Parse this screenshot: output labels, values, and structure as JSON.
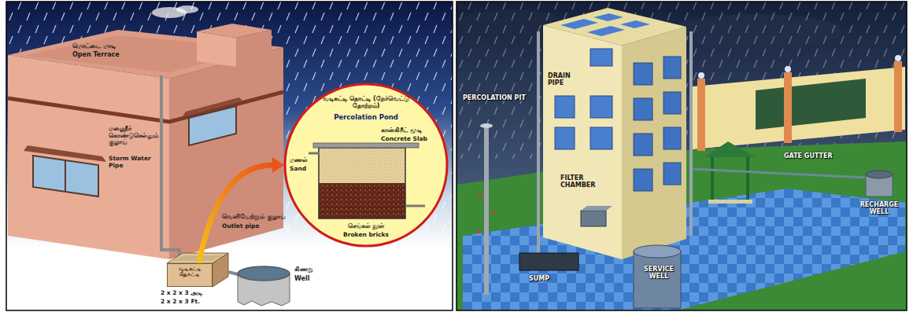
{
  "diagram": {
    "nodes": [
      {
        "text": [
          "வடிகட்டி தொட்டி (நேர்வெட்டு தோற்றம்)",
          "Percolation Pond",
          "கான்கிரீட் மூடி",
          "Concrete Slab",
          "மணல்",
          "Sand",
          "செங்கல் தூள்",
          "Broken bricks"
        ]
      },
      {
        "text": [
          "வடிகட்டி தொட்டி"
        ]
      }
    ],
    "edges": [
      {
        "from": 1,
        "to": 0,
        "arrow": "to"
      }
    ],
    "labels": [
      "மொட்டை மாடி",
      "Open Terrace",
      "மழைநீர் கொண்டுசெல்லும் குழாய்",
      "Storm Water Pipe",
      "வெளியேற்றும் குழாய்",
      "Outlet pipe",
      "கிணறு",
      "Well",
      "2 x 2 x 3 அடி",
      "2 x 2 x 3 Ft.",
      "DRAIN PIPE",
      "PERCOLATION PIT",
      "FILTER CHAMBER",
      "GATE GUTTER",
      "RECHARGE WELL",
      "SUMP",
      "SERVICE WELL"
    ]
  }
}
